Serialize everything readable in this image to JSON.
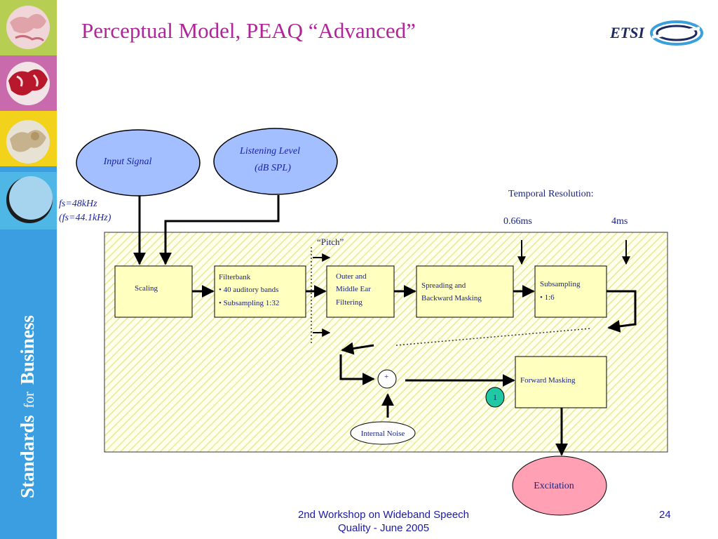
{
  "slide": {
    "title": "Perceptual Model, PEAQ “Advanced”",
    "footer": {
      "line1": "2nd Workshop on Wideband Speech",
      "line2": "Quality - June 2005"
    },
    "page_number": "24",
    "logo_text": "ETSI",
    "sidebar_text": {
      "main": "Standards",
      "small": "for",
      "bold": "Business"
    }
  },
  "sidebar_tiles": [
    {
      "color": "#b6cf52"
    },
    {
      "color": "#c86aab"
    },
    {
      "color": "#f3d21c"
    },
    {
      "color": "#4eb7e6"
    }
  ],
  "diagram": {
    "input_signal": "Input Signal",
    "listening_level": {
      "line1": "Listening Level",
      "line2": "(dB SPL)"
    },
    "sampling": {
      "line1": "fs=48kHz",
      "line2": "(fs=44.1kHz)"
    },
    "temporal_resolution": {
      "label": "Temporal Resolution:",
      "fast": "0.66ms",
      "slow": "4ms"
    },
    "pitch_label": "“Pitch”",
    "blocks": {
      "scaling": "Scaling",
      "filterbank": {
        "title": "Filterbank",
        "bullet1": "• 40 auditory bands",
        "bullet2": "• Subsampling 1:32"
      },
      "outer_middle_ear": {
        "line1": "Outer and",
        "line2": "Middle Ear",
        "line3": "Filtering"
      },
      "spreading": {
        "line1": "Spreading and",
        "line2": "Backward Masking"
      },
      "subsampling": {
        "title": "Subsampling",
        "bullet1": "• 1:6"
      },
      "forward_masking": "Forward Masking"
    },
    "adder_symbol": "+",
    "badge": "1",
    "internal_noise": "Internal Noise",
    "excitation": "Excitation",
    "colors": {
      "oval_fill": "#a4bfff",
      "block_fill": "#ffffc0",
      "hatch_line": "#e9e990",
      "excitation_fill": "#ffa0b4",
      "badge_fill": "#20c8a4",
      "title": "#b0259a"
    }
  }
}
